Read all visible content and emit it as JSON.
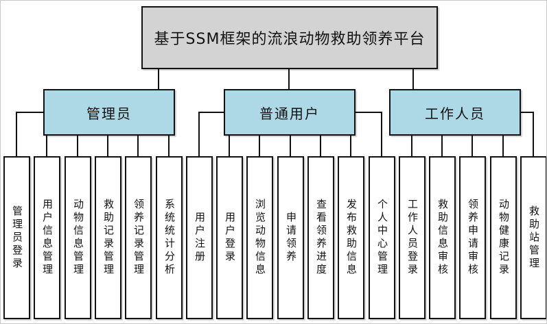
{
  "title": "基于SSM框架的流浪动物救助领养平台",
  "colors": {
    "title_fill": "#d3d3d3",
    "branch_fill": "#add8e6",
    "leaf_fill": "#ffffff",
    "line": "#111111",
    "background": "#ffffff"
  },
  "groups": [
    {
      "label": "管理员",
      "children": [
        "管理员登录",
        "用户信息管理",
        "动物信息管理",
        "救助记录管理",
        "领养记录管理",
        "系统统计分析"
      ]
    },
    {
      "label": "普通用户",
      "children": [
        "用户注册",
        "用户登录",
        "浏览动物信息",
        "申请领养",
        "查看领养进度",
        "发布救助信息",
        "个人中心管理"
      ]
    },
    {
      "label": "工作人员",
      "children": [
        "工作人员登录",
        "救助信息审核",
        "领养申请审核",
        "动物健康记录",
        "救助站管理"
      ]
    }
  ]
}
